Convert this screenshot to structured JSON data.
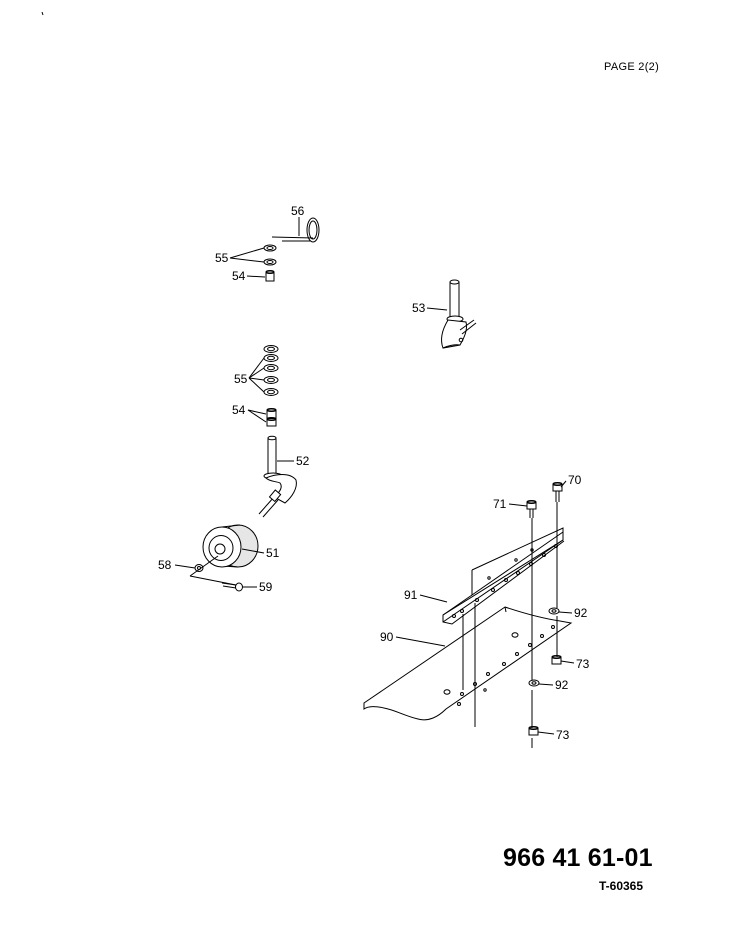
{
  "header": {
    "page_label": "PAGE  2(2)"
  },
  "footer": {
    "document_number": "966 41 61-01",
    "drawing_number": "T-60365"
  },
  "callouts": {
    "c56": "56",
    "c55a": "55",
    "c54a": "54",
    "c53": "53",
    "c55b": "55",
    "c54b": "54",
    "c52": "52",
    "c51": "51",
    "c58": "58",
    "c59": "59",
    "c70": "70",
    "c71": "71",
    "c91": "91",
    "c92a": "92",
    "c90": "90",
    "c73a": "73",
    "c92b": "92",
    "c73b": "73"
  }
}
